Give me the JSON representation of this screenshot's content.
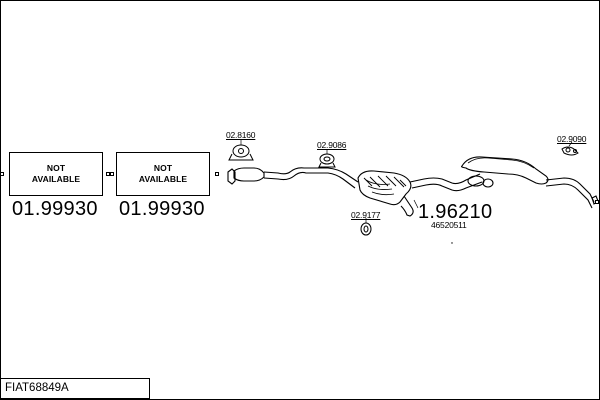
{
  "diagram": {
    "part_code_label": "FIAT68849A",
    "not_available_boxes": [
      {
        "text": "NOT\nAVAILABLE",
        "part_number": "01.99930"
      },
      {
        "text": "NOT\nAVAILABLE",
        "part_number": "01.99930"
      }
    ],
    "accessories": [
      {
        "part_number": "02.8160"
      },
      {
        "part_number": "02.9086"
      },
      {
        "part_number": "02.9177"
      },
      {
        "part_number": "02.9090"
      }
    ],
    "main_part": {
      "part_number": "1.96210",
      "oem_number": "46520511"
    }
  }
}
